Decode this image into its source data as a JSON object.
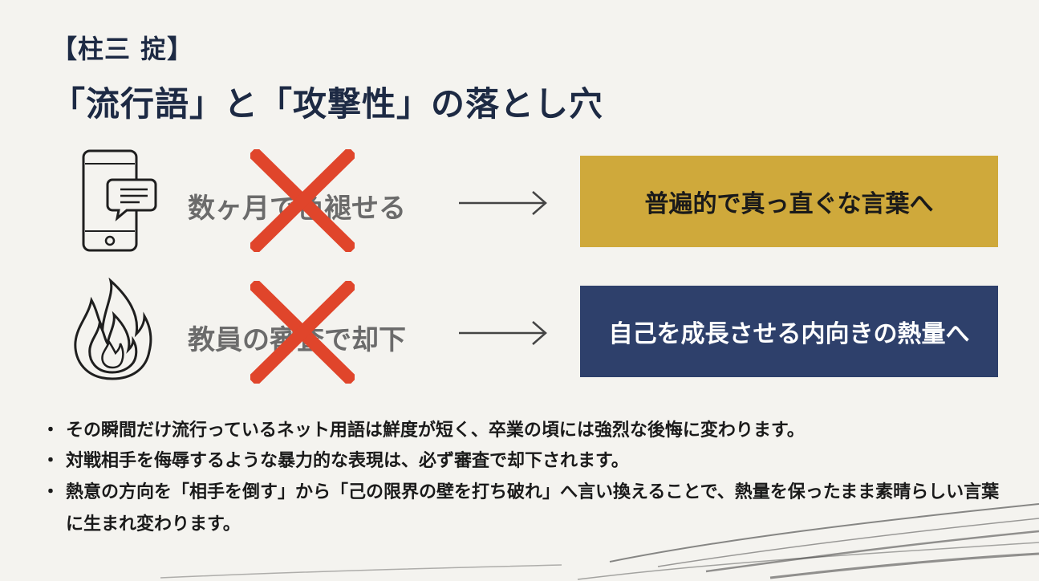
{
  "heading": {
    "line1": "【柱三 掟】",
    "line2": "「流行語」と「攻撃性」の落とし穴"
  },
  "rows": [
    {
      "icon": "smartphone-chat-icon",
      "crossed_text": "数ヶ月で色褪せる",
      "result": "普遍的で真っ直ぐな言葉へ",
      "result_color": "#cfa93b"
    },
    {
      "icon": "flame-icon",
      "crossed_text": "教員の審査で却下",
      "result": "自己を成長させる内向きの熱量へ",
      "result_color": "#2e406b"
    }
  ],
  "bullets": [
    "その瞬間だけ流行っているネット用語は鮮度が短く、卒業の頃には強烈な後悔に変わります。",
    "対戦相手を侮辱するような暴力的な表現は、必ず審査で却下されます。",
    "熱意の方向を「相手を倒す」から「己の限界の壁を打ち破れ」へ言い換えることで、熱量を保ったまま素晴らしい言葉に生まれ変わります。"
  ],
  "colors": {
    "title": "#1d2a44",
    "cross": "#e0452b",
    "gold": "#cfa93b",
    "navy": "#2e406b"
  }
}
